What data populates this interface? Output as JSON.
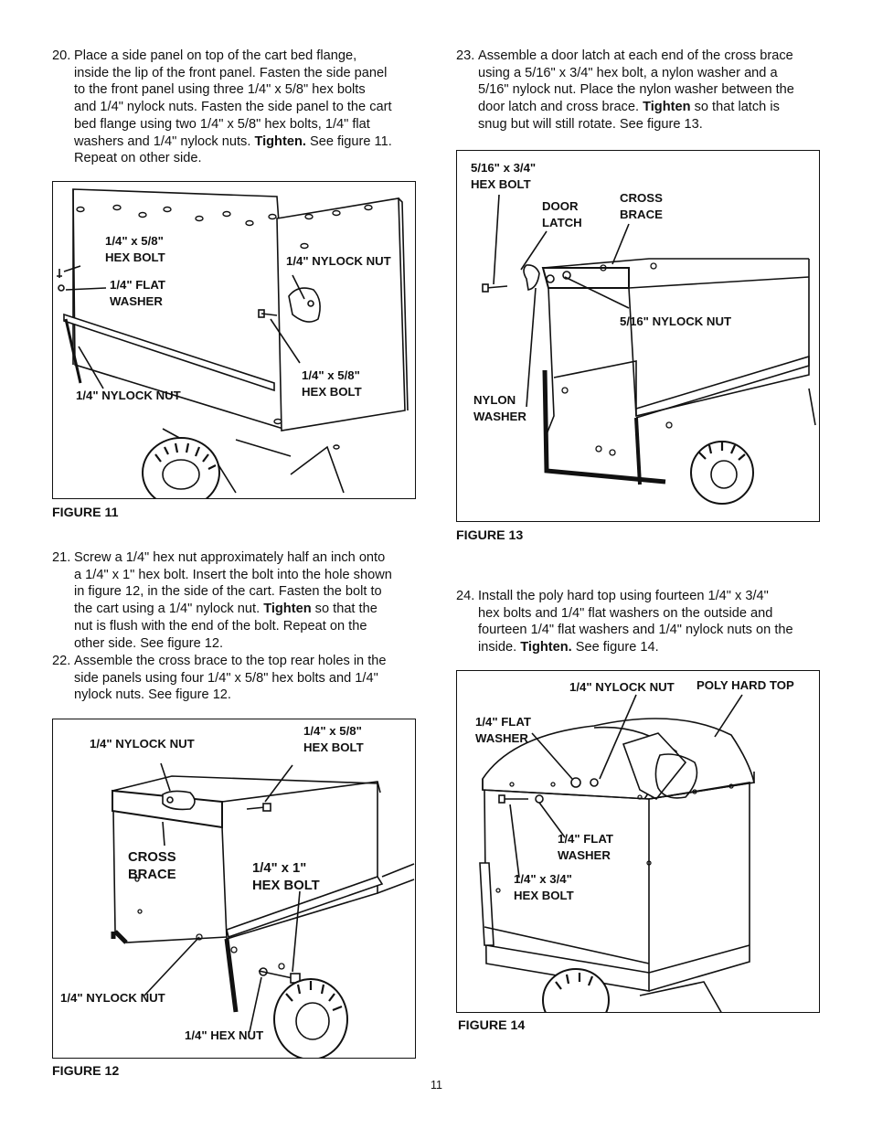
{
  "steps": [
    {
      "num": "20.",
      "lines": [
        "Place a side panel on top of the cart bed flange,",
        "inside the lip of the front panel. Fasten the side panel",
        "to the front panel using three 1/4\" x 5/8\" hex bolts",
        "and 1/4\" nylock nuts. Fasten the side panel to the cart",
        "bed flange using two 1/4\" x 5/8\" hex bolts, 1/4\" flat"
      ],
      "last_pre": "washers and 1/4\" nylock nuts. ",
      "last_bold": "Tighten.",
      "last_post": " See figure 11.",
      "tail": "Repeat on other side."
    },
    {
      "num": "21.",
      "lines": [
        "Screw a 1/4\" hex nut approximately half an inch onto",
        "a 1/4\" x 1\" hex bolt. Insert the bolt into the hole shown",
        "in figure 12, in the side of the cart. Fasten the bolt to"
      ],
      "last_pre": "the cart using a 1/4\" nylock nut. ",
      "last_bold": "Tighten",
      "last_post": " so that the",
      "tail_lines": [
        "nut is flush with the end of the bolt. Repeat on the",
        "other side. See figure 12."
      ]
    },
    {
      "num": "22.",
      "lines": [
        "Assemble the cross brace to the top rear holes in the",
        "side panels using four 1/4\" x 5/8\" hex bolts and 1/4\"",
        "nylock nuts.  See figure 12."
      ]
    },
    {
      "num": "23.",
      "lines": [
        "Assemble a door latch at each end of the cross brace",
        "using a 5/16\" x 3/4\" hex bolt, a nylon washer and a",
        "5/16\" nylock nut. Place the nylon washer between the"
      ],
      "last_pre": "door latch and cross brace. ",
      "last_bold": "Tighten",
      "last_post": " so that latch is",
      "tail": "snug but will still rotate. See figure 13."
    },
    {
      "num": "24.",
      "lines": [
        "Install the poly hard top using fourteen 1/4\" x 3/4\"",
        "hex bolts and 1/4\" flat washers on the outside and",
        "fourteen 1/4\" flat washers and 1/4\" nylock nuts on the"
      ],
      "last_pre": "inside. ",
      "last_bold": "Tighten.",
      "last_post": "  See figure 14."
    }
  ],
  "fig11": {
    "caption": "FIGURE 11",
    "labels": {
      "hex_bolt_a1": "1/4\" x 5/8\"",
      "hex_bolt_a2": "HEX BOLT",
      "flat_washer1": "1/4\" FLAT",
      "flat_washer2": "WASHER",
      "nylock_top": "1/4\" NYLOCK NUT",
      "hex_bolt_b1": "1/4\" x 5/8\"",
      "hex_bolt_b2": "HEX BOLT",
      "nylock_bottom": "1/4\" NYLOCK NUT"
    }
  },
  "fig12": {
    "caption": "FIGURE 12",
    "labels": {
      "nylock_top": "1/4\" NYLOCK NUT",
      "hex_bolt1": "1/4\" x 5/8\"",
      "hex_bolt2": "HEX BOLT",
      "cross1": "CROSS",
      "cross2": "BRACE",
      "hexbolt1x1": "1/4\" x 1\"",
      "hexbolt1x2": "HEX BOLT",
      "nylock_bottom": "1/4\" NYLOCK NUT",
      "hex_nut": "1/4\" HEX NUT"
    }
  },
  "fig13": {
    "caption": "FIGURE 13",
    "labels": {
      "bolt1": "5/16\" x 3/4\"",
      "bolt2": "HEX BOLT",
      "door1": "DOOR",
      "door2": "LATCH",
      "cross1": "CROSS",
      "cross2": "BRACE",
      "nylock": "5/16\" NYLOCK NUT",
      "nylon1": "NYLON",
      "nylon2": "WASHER"
    }
  },
  "fig14": {
    "caption": "FIGURE 14",
    "labels": {
      "nylock": "1/4\" NYLOCK NUT",
      "poly": "POLY HARD TOP",
      "flat_a1": "1/4\" FLAT",
      "flat_a2": "WASHER",
      "flat_b1": "1/4\" FLAT",
      "flat_b2": "WASHER",
      "bolt1": "1/4\" x 3/4\"",
      "bolt2": "HEX BOLT"
    }
  },
  "page_number": "11"
}
